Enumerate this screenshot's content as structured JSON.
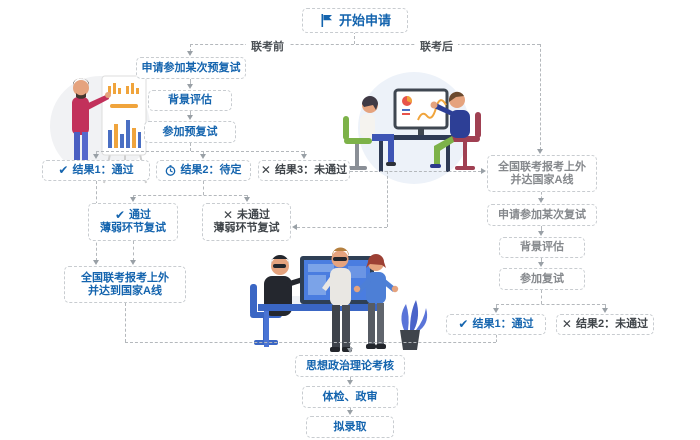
{
  "colors": {
    "accent_blue": "#1464ae",
    "dark_text": "#3f4449",
    "gray_text": "#85888c",
    "box_border": "#c8ccd0",
    "connector_line": "#b4b8bc"
  },
  "glyphs": {
    "check": "✔",
    "cross": "✕"
  },
  "start": {
    "label": "开始申请",
    "icon": "flag-icon"
  },
  "phases": {
    "before": "联考前",
    "after": "联考后"
  },
  "pre_exam": {
    "apply": "申请参加某次预复试",
    "background_eval": "背景评估",
    "attend_pretest": "参加预复试",
    "result1": "结果1：通过",
    "result2": "结果2：待定",
    "result3": "结果3：未通过",
    "pass_weak": {
      "line1": "通过",
      "line2": "薄弱环节复试"
    },
    "fail_weak": {
      "line1": "未通过",
      "line2": "薄弱环节复试"
    },
    "national": {
      "line1": "全国联考报考上外",
      "line2": "并达到国家A线"
    }
  },
  "post_exam": {
    "national": {
      "line1": "全国联考报考上外",
      "line2": "并达国家A线"
    },
    "apply": "申请参加某次复试",
    "background_eval": "背景评估",
    "attend_retest": "参加复试",
    "result1": "结果1：通过",
    "result2": "结果2：未通过"
  },
  "final_steps": {
    "politics_check": "思想政治理论考核",
    "physical_political": "体检、政审",
    "admission": "拟录取"
  },
  "illustrations": {
    "left": "presenter-at-flipchart",
    "middle": "two-people-discussing-at-computer",
    "bottom": "interview-scene"
  }
}
